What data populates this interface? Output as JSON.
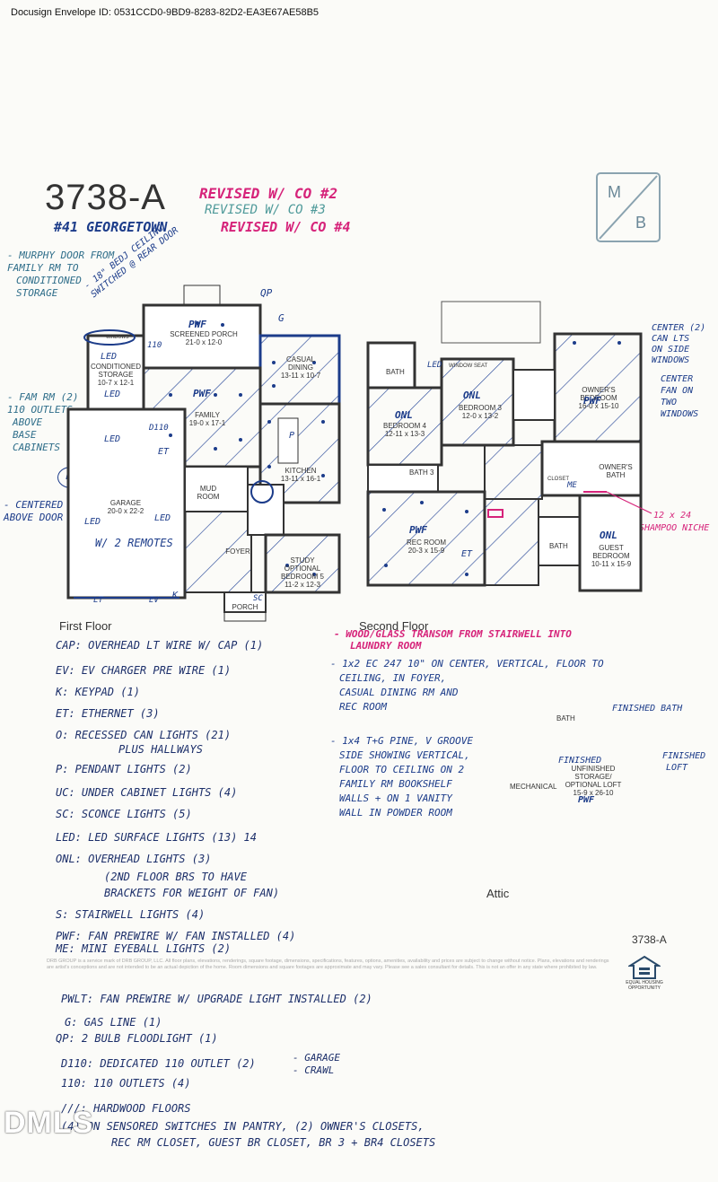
{
  "envelope_header": "Docusign Envelope ID: 0531CCD0-9BD9-8283-82D2-EA3E67AE58B5",
  "plan_number": "3738-A",
  "revisions": {
    "co2": "REVISED W/ CO #2",
    "co3": "REVISED W/ CO #3",
    "lot": "#41 GEORGETOWN",
    "co4": "REVISED W/ CO #4"
  },
  "logo": {
    "top": "M",
    "bottom": "B"
  },
  "annotations_left": {
    "murphy_door": [
      "- MURPHY DOOR FROM",
      "FAMILY RM TO",
      "CONDITIONED",
      "STORAGE"
    ],
    "ceiling": [
      "- 18\" BEDJ CEILING",
      "SWITCHED @ REAR DOOR"
    ],
    "fam_rm": [
      "- FAM RM (2)",
      "110 OUTLETS",
      "ABOVE",
      "BASE",
      "CABINETS"
    ],
    "centered": [
      "- CENTERED",
      "ABOVE DOOR"
    ],
    "lt_circle": "LT"
  },
  "annotations_right": {
    "center_can": [
      "CENTER (2)",
      "CAN LTS",
      "ON SIDE",
      "WINDOWS"
    ],
    "center_fan": [
      "CENTER",
      "FAN ON",
      "TWO",
      "WINDOWS"
    ],
    "shampoo": [
      "12 x 24",
      "SHAMPOO NICHE"
    ],
    "finished_bath": "FINISHED BATH",
    "finished_loft": [
      "FINISHED",
      "LOFT"
    ]
  },
  "first_floor": {
    "label": "First Floor",
    "rooms": {
      "screened_porch": [
        "SCREENED PORCH",
        "21-0 x 12-0"
      ],
      "casual_dining": [
        "CASUAL",
        "DINING",
        "13-11 x 10-7"
      ],
      "conditioned_storage": [
        "CONDITIONED",
        "STORAGE",
        "10-7 x 12-1"
      ],
      "family": [
        "FAMILY",
        "19-0 x 17-1"
      ],
      "kitchen": [
        "KITCHEN",
        "13-11 x 16-1"
      ],
      "garage": [
        "GARAGE",
        "20-0 x 22-2"
      ],
      "mud_room": [
        "MUD",
        "ROOM"
      ],
      "study": [
        "STUDY",
        "OPTIONAL",
        "BEDROOM 5",
        "11-2 x 12-3"
      ],
      "foyer": "FOYER",
      "porch": "PORCH",
      "windows": "WINDOWS"
    },
    "marks": {
      "pwf": "PWF",
      "led": "LED",
      "d110": "D110",
      "et": "ET",
      "sc": "SC",
      "w2": "W/ 2 REMOTES",
      "lt": "LT",
      "ev": "EV",
      "k": "K",
      "g": "G",
      "p": "P",
      "qp": "QP",
      "num110": "110",
      "pwf_kitchen": "PWF"
    }
  },
  "second_floor": {
    "label": "Second Floor",
    "rooms": {
      "bath": "BATH",
      "window_seat": "WINDOW SEAT",
      "bedroom3": [
        "BEDROOM 3",
        "12-0 x 13-2"
      ],
      "bedroom4": [
        "BEDROOM 4",
        "12-11 x 13-3"
      ],
      "owners_bedroom": [
        "OWNER'S",
        "BEDROOM",
        "16-0 x 15-10"
      ],
      "bath3": "BATH 3",
      "rec_room": [
        "REC ROOM",
        "20-3 x 15-9"
      ],
      "owners_bath": [
        "OWNER'S",
        "BATH"
      ],
      "guest_bedroom": [
        "GUEST",
        "BEDROOM",
        "10-11 x 15-9"
      ],
      "bath2": "BATH",
      "closet": "CLOSET"
    },
    "marks": {
      "onl": "ONL",
      "pwf": "PWF",
      "led": "LED",
      "et": "ET",
      "me": "ME"
    }
  },
  "attic": {
    "label": "Attic",
    "rooms": {
      "bath": "BATH",
      "mechanical": "MECHANICAL",
      "loft": [
        "UNFINISHED",
        "STORAGE/",
        "OPTIONAL LOFT",
        "15-9 x 26-10"
      ],
      "finished": "FINISHED",
      "pwf": "PWF"
    }
  },
  "second_floor_notes": [
    "- WOOD/GLASS TRANSOM FROM STAIRWELL INTO",
    "LAUNDRY ROOM",
    "- 1x2 EC 247 10\" ON CENTER, VERTICAL, FLOOR TO",
    "CEILING, IN FOYER,",
    "CASUAL DINING RM AND",
    "REC ROOM",
    "- 1x4 T+G PINE, V GROOVE",
    "SIDE SHOWING VERTICAL,",
    "FLOOR TO CEILING ON 2",
    "FAMILY RM BOOKSHELF",
    "WALLS + ON 1 VANITY",
    "WALL IN POWDER ROOM"
  ],
  "legend": [
    "CAP: OVERHEAD LT WIRE W/ CAP (1)",
    "EV: EV CHARGER PRE WIRE (1)",
    "K: KEYPAD (1)",
    "ET: ETHERNET (3)",
    "O: RECESSED CAN LIGHTS (21)",
    "PLUS HALLWAYS",
    "P: PENDANT LIGHTS (2)",
    "UC: UNDER CABINET LIGHTS (4)",
    "SC: SCONCE LIGHTS (5)",
    "LED: LED SURFACE LIGHTS (13) 14",
    "ONL: OVERHEAD LIGHTS (3)",
    "(2ND FLOOR BRS TO HAVE",
    "BRACKETS FOR WEIGHT OF FAN)",
    "S: STAIRWELL LIGHTS (4)",
    "PWF: FAN PREWIRE W/ FAN INSTALLED (4)",
    "ME: MINI EYEBALL LIGHTS (2)",
    "PWLT: FAN PREWIRE W/ UPGRADE LIGHT INSTALLED (2)",
    "G: GAS LINE (1)",
    "QP: 2 BULB FLOODLIGHT (1)",
    "D110: DEDICATED 110 OUTLET (2)",
    "110: 110 OUTLETS (4)",
    "///: HARDWOOD FLOORS",
    "(4) ON SENSORED SWITCHES IN PANTRY, (2) OWNER'S CLOSETS,",
    "REC RM CLOSET, GUEST BR CLOSET, BR 3 + BR4 CLOSETS"
  ],
  "dedicated_side": [
    "- GARAGE",
    "- CRAWL"
  ],
  "footer_plan": "3738-A",
  "equal_housing": [
    "EQUAL HOUSING",
    "OPPORTUNITY"
  ],
  "fine_print": "DRB GROUP is a service mark of DRB GROUP, LLC. All floor plans, elevations, renderings, square footage, dimensions, specifications, features, options, amenities, availability and prices are subject to change without notice. Plans, elevations and renderings are artist's conceptions and are not intended to be an actual depiction of the home. Room dimensions and square footages are approximate and may vary. Please see a sales consultant for details. This is not an offer in any state where prohibited by law.",
  "watermark": "DMLS",
  "colors": {
    "magenta": "#d6237a",
    "blue": "#1c3c8a",
    "teal": "#4f9a9a"
  }
}
